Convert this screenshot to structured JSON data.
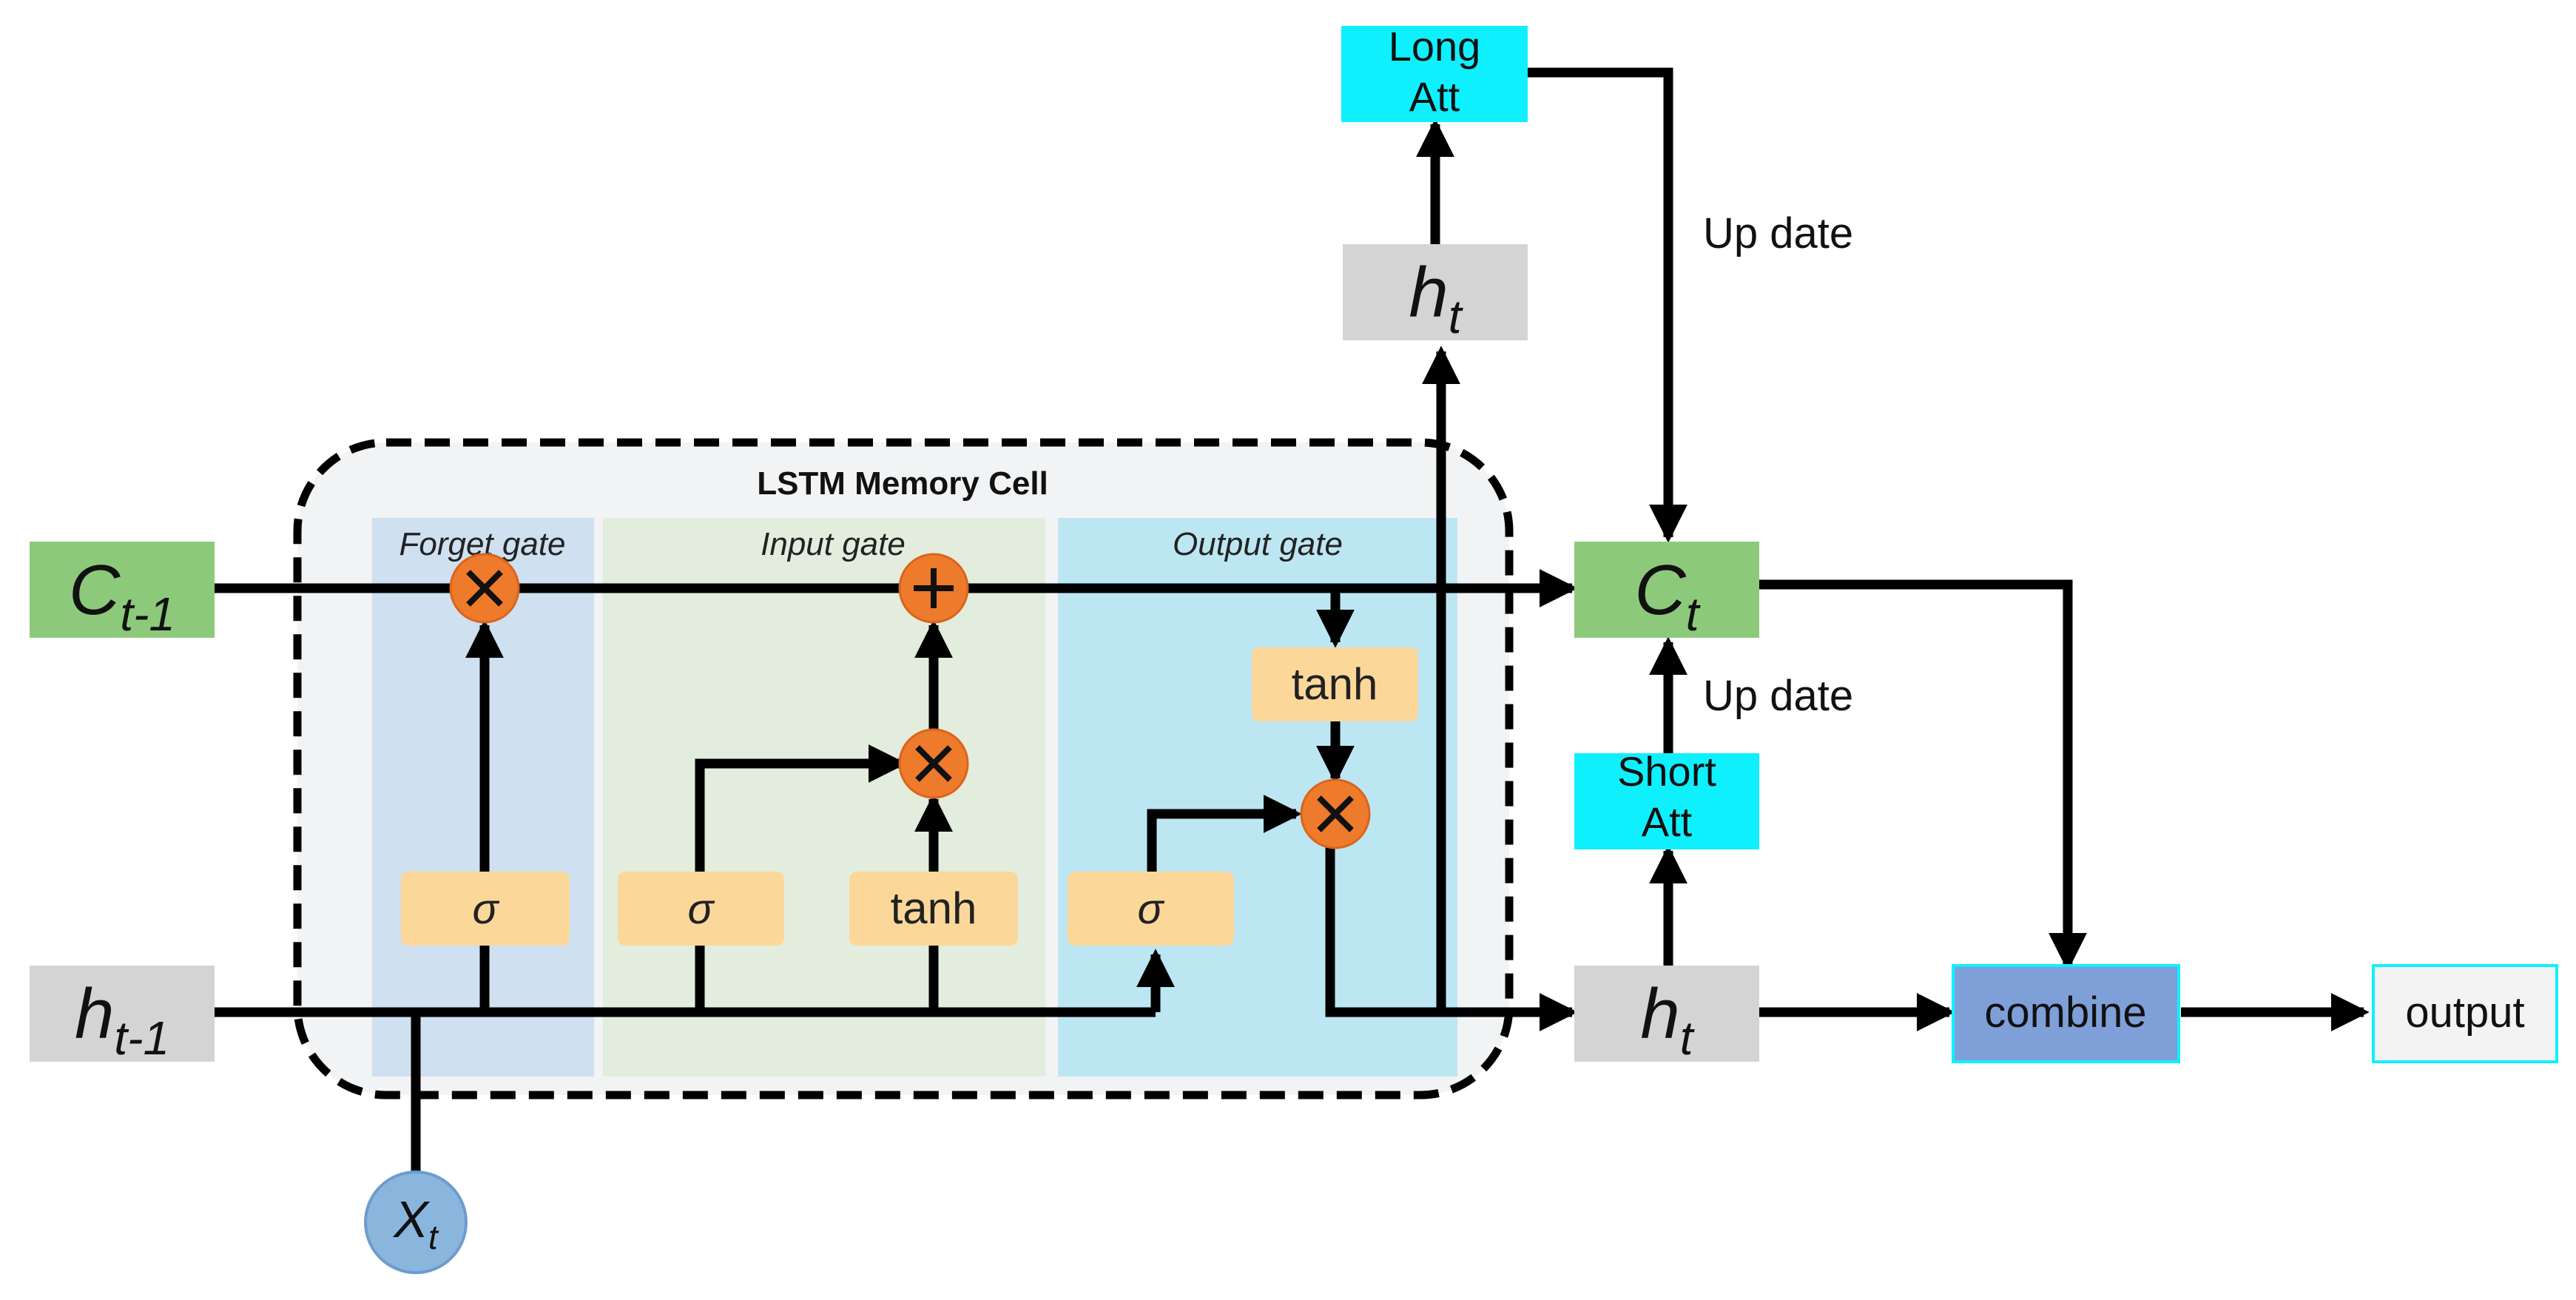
{
  "cell": {
    "title": "LSTM Memory Cell",
    "forget_gate": "Forget gate",
    "input_gate": "Input gate",
    "output_gate": "Output gate",
    "sigma": "σ",
    "tanh": "tanh",
    "times": "×",
    "plus": "+"
  },
  "inputs": {
    "c_prev": {
      "main": "C",
      "sub": "t-1"
    },
    "h_prev": {
      "main": "h",
      "sub": "t-1"
    },
    "x": {
      "main": "X",
      "sub": "t"
    }
  },
  "outputs": {
    "c": {
      "main": "C",
      "sub": "t"
    },
    "h": {
      "main": "h",
      "sub": "t"
    },
    "h_top": {
      "main": "h",
      "sub": "t"
    }
  },
  "attention": {
    "long": {
      "line1": "Long",
      "line2": "Att"
    },
    "short": {
      "line1": "Short",
      "line2": "Att"
    },
    "update_top": "Up date",
    "update_mid": "Up date"
  },
  "combine": "combine",
  "output": "output",
  "colors": {
    "forget_bg": "#cfe0f0",
    "input_bg": "#e2eddd",
    "output_bg": "#bde6f3",
    "cell_bg": "#f2f3f4",
    "op_node": "#ee7a2c",
    "activation": "#fbd89a",
    "state_box": "#8cc97a",
    "hidden_box": "#d4d4d4",
    "attention": "#0ff0ff",
    "combine": "#7f9fd8",
    "x_node": "#8ab6de"
  }
}
